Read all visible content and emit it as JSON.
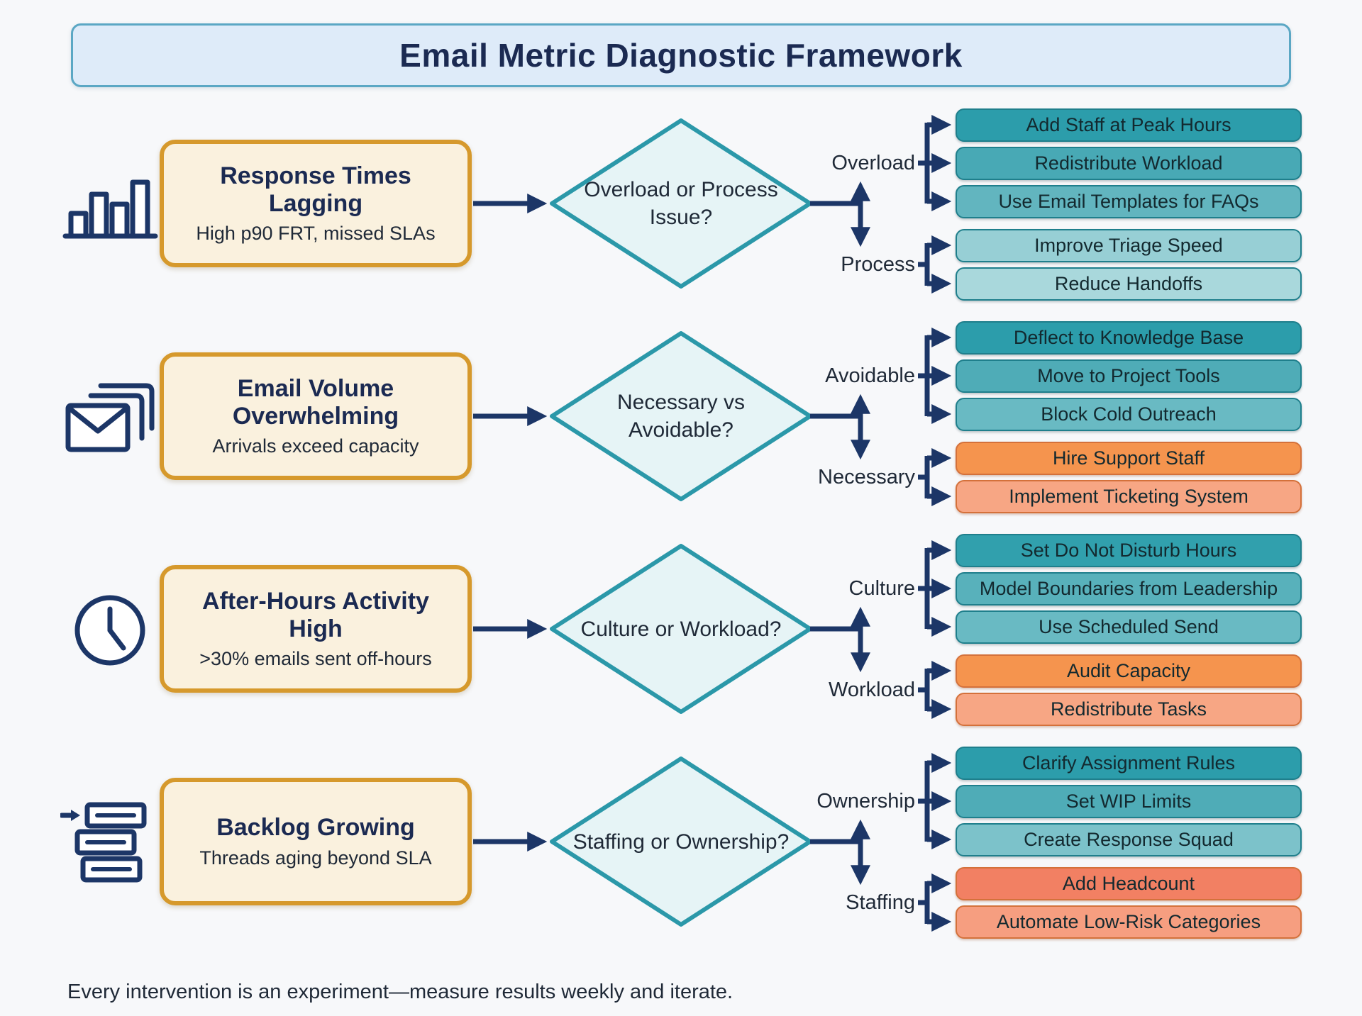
{
  "title": "Email Metric Diagnostic Framework",
  "footer": "Every intervention is an experiment—measure results weekly and iterate.",
  "colors": {
    "bg": "#F7F8FA",
    "panel-fill": "#DEEBF9",
    "panel-border": "#5BA7C4",
    "heading": "#1B2A52",
    "text": "#1F2937",
    "box-fill": "#FAF1DE",
    "box-border": "#D6992C",
    "diamond-fill": "#E6F4F6",
    "diamond-border": "#2B98A9",
    "arrow": "#1C3667",
    "pill-border-teal": "#1F7F8C",
    "pill-border-warm": "#D4713B",
    "pill-text": "#13292F"
  },
  "rows": [
    {
      "icon": "bar-chart",
      "problem": {
        "title": "Response Times Lagging",
        "subtitle": "High p90 FRT, missed SLAs"
      },
      "decision": "Overload or Process Issue?",
      "branches": [
        {
          "label": "Overload",
          "pills": [
            {
              "label": "Add Staff at Peak Hours",
              "fill": "#2C9DAB"
            },
            {
              "label": "Redistribute Workload",
              "fill": "#48A9B5"
            },
            {
              "label": "Use Email Templates for FAQs",
              "fill": "#62B5BF"
            }
          ]
        },
        {
          "label": "Process",
          "pills": [
            {
              "label": "Improve Triage Speed",
              "fill": "#97CFD5"
            },
            {
              "label": "Reduce Handoffs",
              "fill": "#A9D8DC"
            }
          ]
        }
      ]
    },
    {
      "icon": "email-stack",
      "problem": {
        "title": "Email Volume Overwhelming",
        "subtitle": "Arrivals exceed capacity"
      },
      "decision": "Necessary vs Avoidable?",
      "branches": [
        {
          "label": "Avoidable",
          "pills": [
            {
              "label": "Deflect to Knowledge Base",
              "fill": "#2C9DAB"
            },
            {
              "label": "Move to Project Tools",
              "fill": "#4FACB7"
            },
            {
              "label": "Block Cold Outreach",
              "fill": "#69BAC3"
            }
          ]
        },
        {
          "label": "Necessary",
          "pills": [
            {
              "label": "Hire Support Staff",
              "fill": "#F5944E"
            },
            {
              "label": "Implement Ticketing System",
              "fill": "#F7A684"
            }
          ]
        }
      ]
    },
    {
      "icon": "clock",
      "problem": {
        "title": "After-Hours Activity High",
        "subtitle": ">30% emails sent off-hours"
      },
      "decision": "Culture or Workload?",
      "branches": [
        {
          "label": "Culture",
          "pills": [
            {
              "label": "Set Do Not Disturb Hours",
              "fill": "#31A0AD"
            },
            {
              "label": "Model Boundaries from Leadership",
              "fill": "#58B1BB"
            },
            {
              "label": "Use Scheduled Send",
              "fill": "#69BAC3"
            }
          ]
        },
        {
          "label": "Workload",
          "pills": [
            {
              "label": "Audit Capacity",
              "fill": "#F5944E"
            },
            {
              "label": "Redistribute Tasks",
              "fill": "#F7A684"
            }
          ]
        }
      ]
    },
    {
      "icon": "backlog-stack",
      "problem": {
        "title": "Backlog Growing",
        "subtitle": "Threads aging beyond SLA"
      },
      "decision": "Staffing or Ownership?",
      "branches": [
        {
          "label": "Ownership",
          "pills": [
            {
              "label": "Clarify Assignment Rules",
              "fill": "#2C9DAB"
            },
            {
              "label": "Set WIP Limits",
              "fill": "#4FACB7"
            },
            {
              "label": "Create Response Squad",
              "fill": "#7CC2CA"
            }
          ]
        },
        {
          "label": "Staffing",
          "pills": [
            {
              "label": "Add Headcount",
              "fill": "#F28063"
            },
            {
              "label": "Automate Low-Risk Categories",
              "fill": "#F69E80"
            }
          ]
        }
      ]
    }
  ]
}
